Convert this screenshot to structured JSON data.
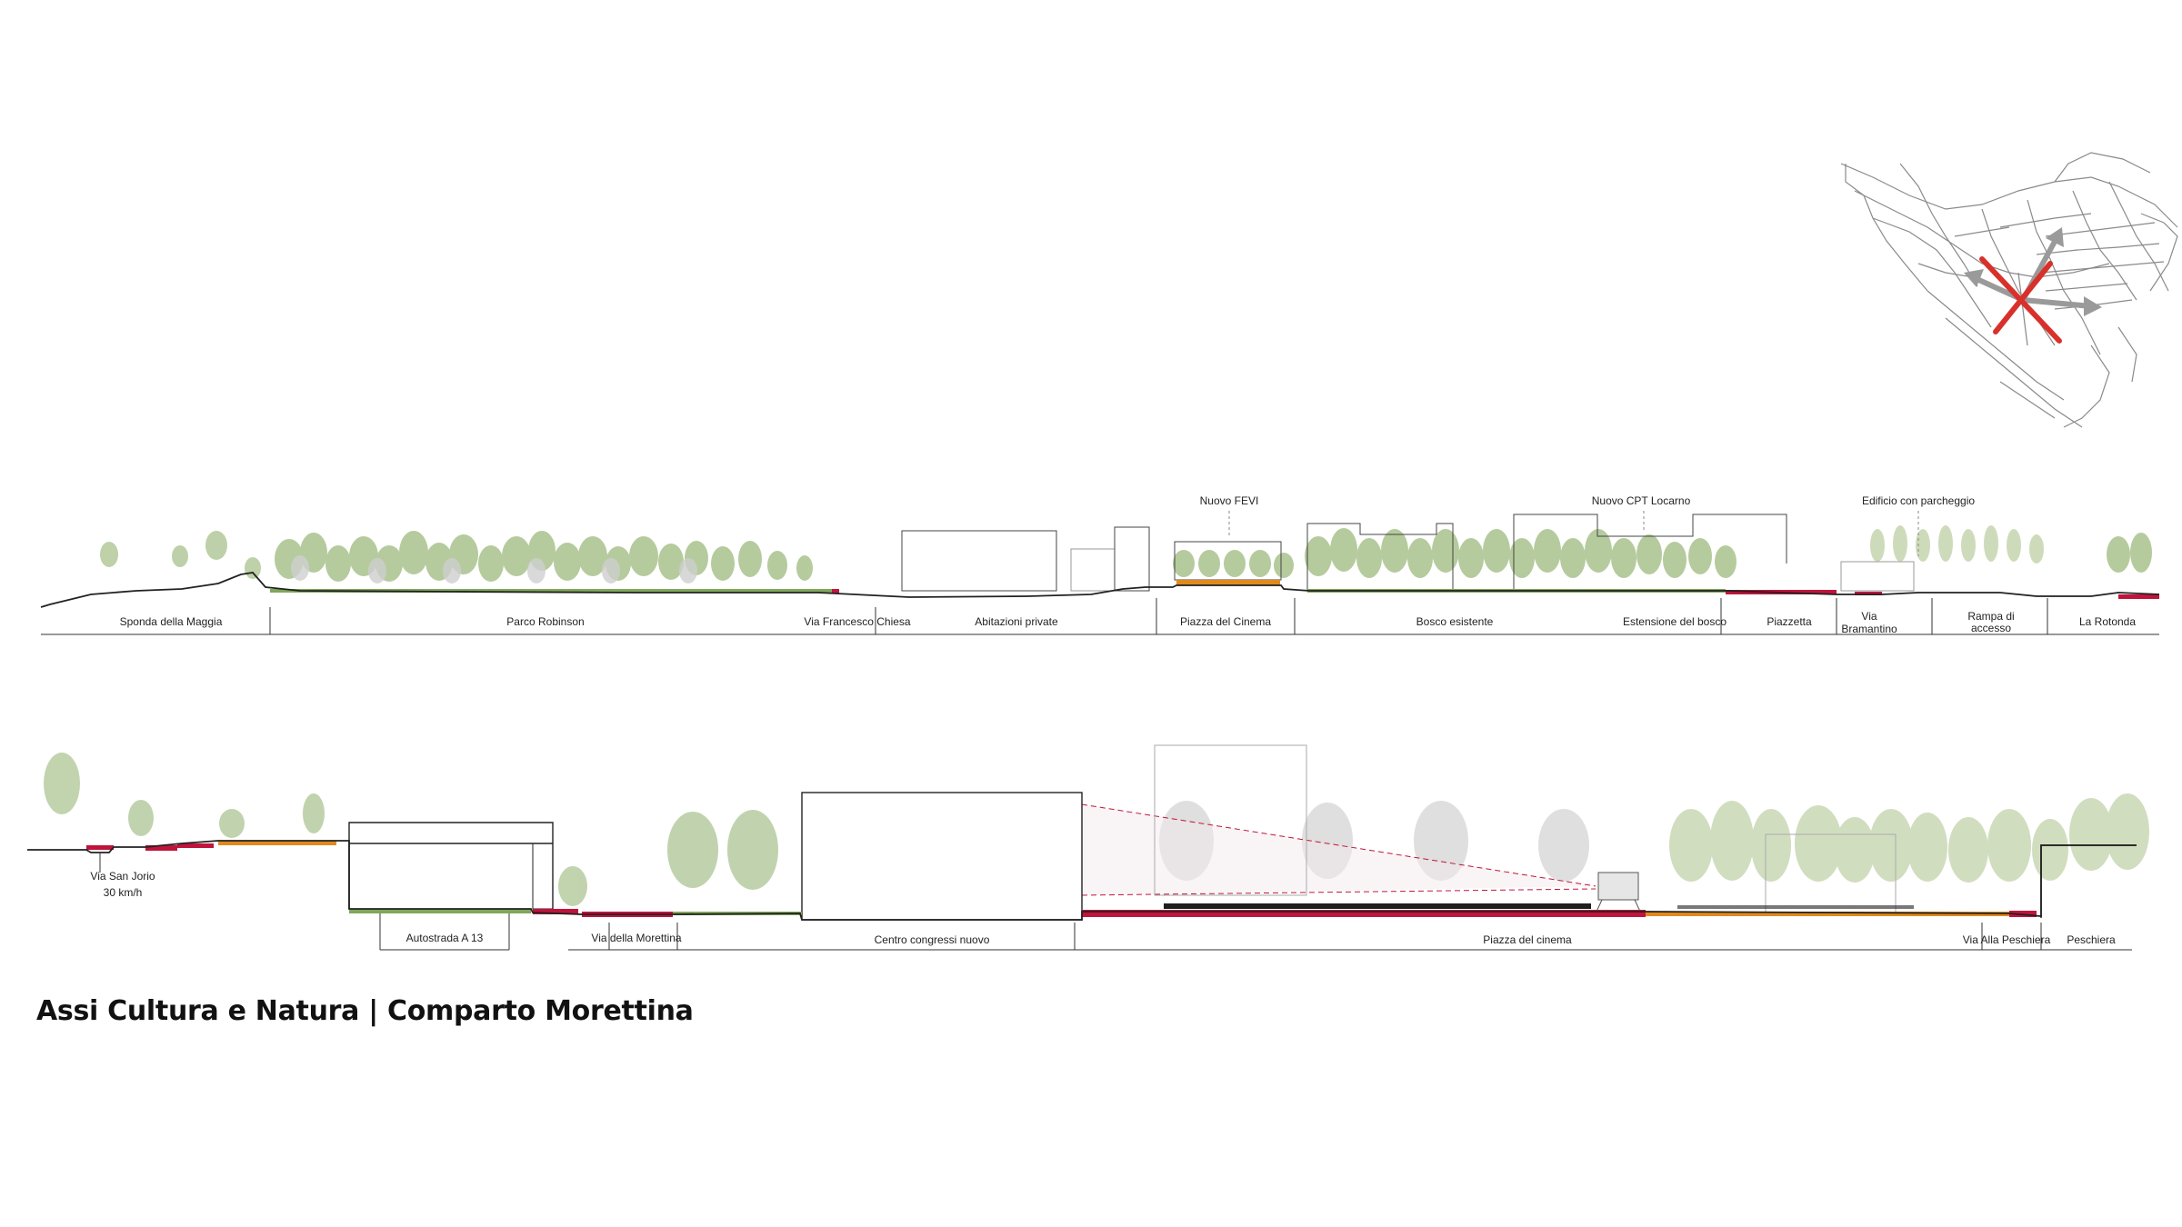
{
  "title": "Assi Cultura e Natura | Comparto Morettina",
  "section1": {
    "labels": {
      "sponda": "Sponda della Maggia",
      "robinson": "Parco Robinson",
      "chiesa": "Via Francesco Chiesa",
      "abitazioni": "Abitazioni private",
      "piazza_cinema": "Piazza del Cinema",
      "bosco": "Bosco esistente",
      "estensione": "Estensione del bosco",
      "piazzetta": "Piazzetta",
      "bramantino_1": "Via",
      "bramantino_2": "Bramantino",
      "rampa_1": "Rampa di",
      "rampa_2": "accesso",
      "rotonda": "La Rotonda"
    },
    "annotations": {
      "fevi": "Nuovo FEVI",
      "cpt": "Nuovo CPT  Locarno",
      "parcheggio": "Edificio con parcheggio"
    }
  },
  "section2": {
    "labels": {
      "san_jorio": "Via San Jorio",
      "speed": "30 km/h",
      "autostrada": "Autostrada A 13",
      "morettina": "Via della Morettina",
      "congressi": "Centro congressi nuovo",
      "piazza": "Piazza del cinema",
      "alla_peschiera": "Via Alla Peschiera",
      "peschiera": "Peschiera"
    }
  },
  "colors": {
    "tree": "#a9c38c",
    "tree_light": "#c9d8b4",
    "tree_grey": "#cfcfcf",
    "red": "#c0143c",
    "orange": "#e08a1e",
    "green_band": "#7fa85a",
    "map_red": "#d8312b"
  }
}
